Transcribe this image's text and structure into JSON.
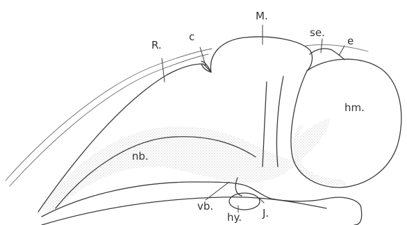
{
  "diagram": {
    "labels": {
      "R": "R.",
      "c": "c",
      "M": "M.",
      "se": "se.",
      "e": "e",
      "hm": "hm.",
      "nb": "nb.",
      "vb": "vb.",
      "hy": "hy.",
      "J": "J."
    },
    "colors": {
      "line": "#3a3a3a",
      "stipple": "#8a8a8a",
      "background": "#ffffff"
    }
  }
}
